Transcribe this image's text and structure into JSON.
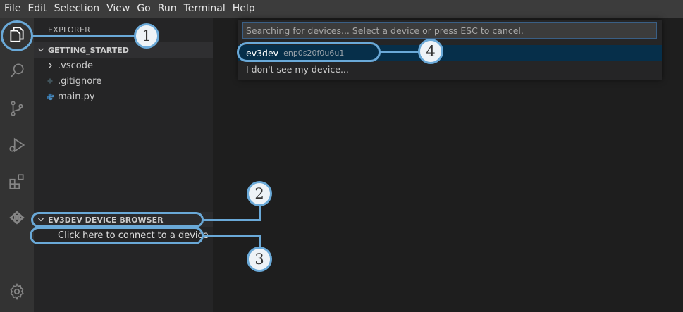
{
  "menu": [
    "File",
    "Edit",
    "Selection",
    "View",
    "Go",
    "Run",
    "Terminal",
    "Help"
  ],
  "activity_bar": {
    "items": [
      "explorer-icon",
      "search-icon",
      "source-control-icon",
      "run-debug-icon",
      "extensions-icon",
      "ev3dev-icon"
    ],
    "bottom": "settings-gear-icon"
  },
  "sidebar": {
    "title": "EXPLORER",
    "workspace": "GETTING_STARTED",
    "files": [
      {
        "name": ".vscode",
        "icon": "chevron-right-icon"
      },
      {
        "name": ".gitignore",
        "icon": "git-diamond-icon"
      },
      {
        "name": "main.py",
        "icon": "python-icon"
      }
    ],
    "device_browser": {
      "header": "EV3DEV DEVICE BROWSER",
      "connect": "Click here to connect to a device"
    }
  },
  "quick_pick": {
    "placeholder": "Searching for devices... Select a device or press ESC to cancel.",
    "items": [
      {
        "label": "ev3dev",
        "description": "enp0s20f0u6u1"
      },
      {
        "label": "I don't see my device..."
      }
    ]
  },
  "callouts": [
    "1",
    "2",
    "3",
    "4"
  ],
  "colors": {
    "accent": "#6aa9d8",
    "selection": "#062f4a",
    "menubar": "#3c3c3c",
    "activitybar": "#333333",
    "sidebar": "#252526",
    "editor": "#1e1e1e"
  }
}
